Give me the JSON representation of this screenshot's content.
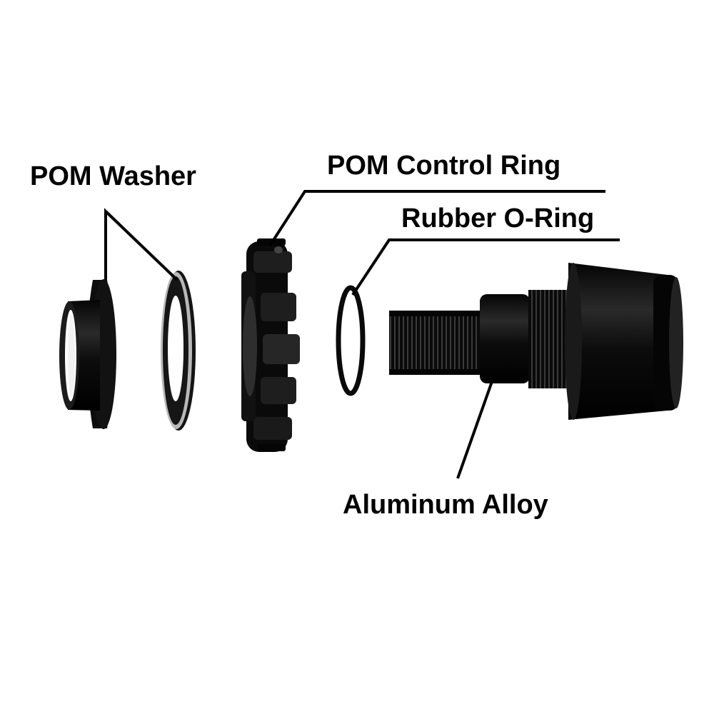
{
  "labels": {
    "pom_washer": "POM Washer",
    "pom_control_ring": "POM Control Ring",
    "rubber_o_ring": "Rubber O-Ring",
    "aluminum_alloy": "Aluminum Alloy"
  },
  "colors": {
    "background": "#ffffff",
    "part": "#0b0b0b",
    "leader_line": "#000000"
  }
}
